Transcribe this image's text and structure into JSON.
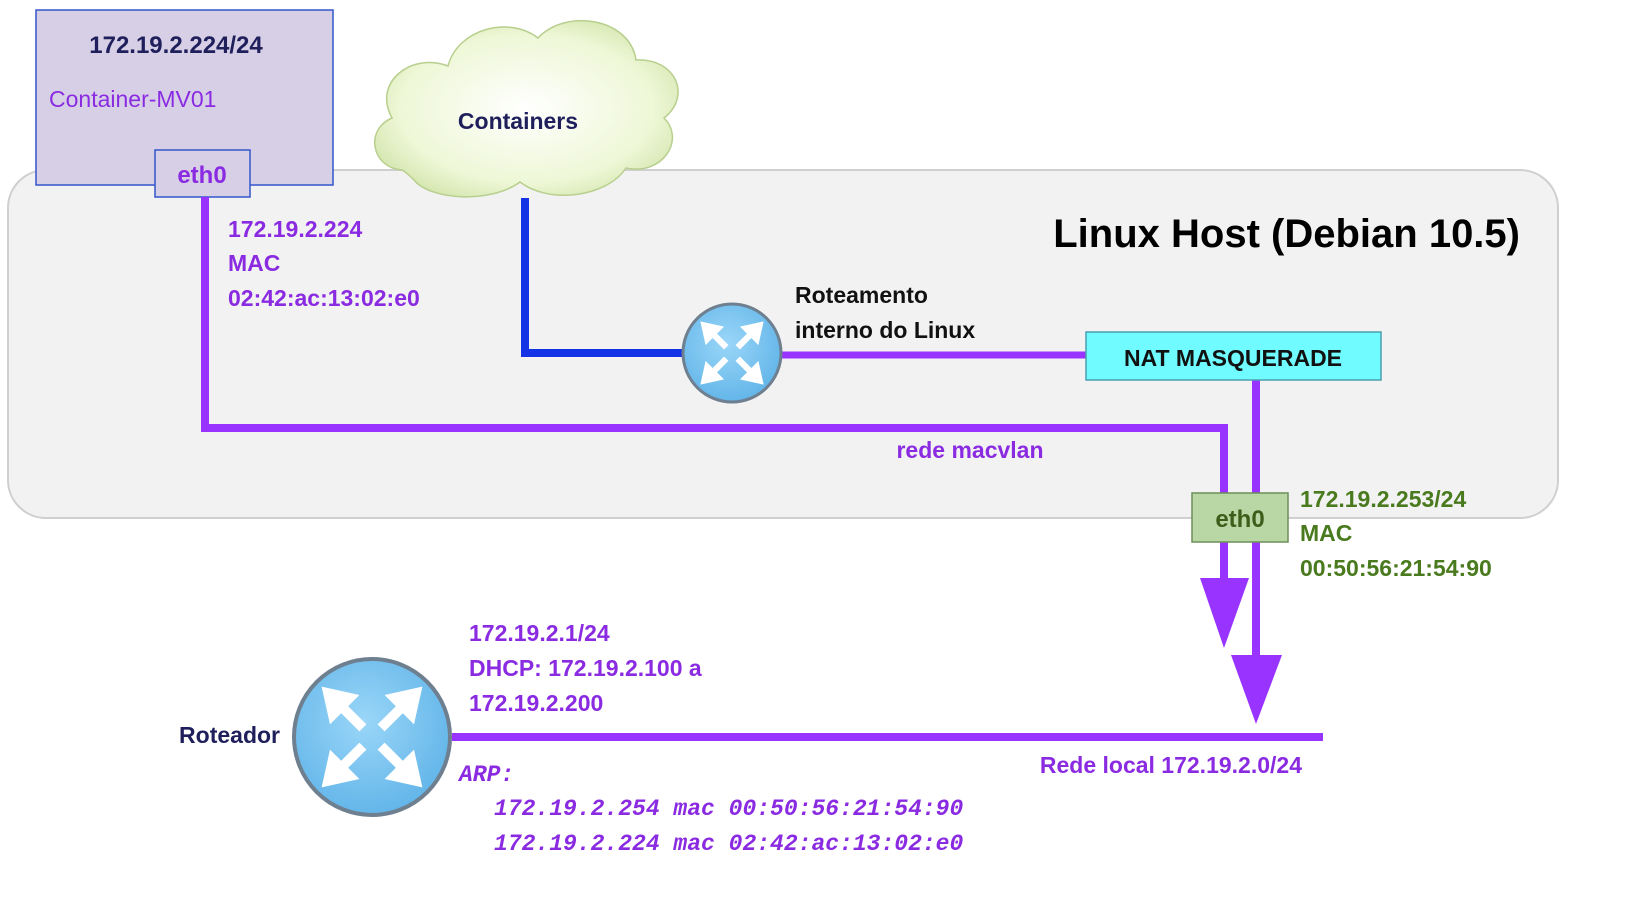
{
  "container": {
    "subnet": "172.19.2.224/24",
    "name": "Container-MV01",
    "iface": "eth0"
  },
  "cloud": {
    "label": "Containers"
  },
  "host": {
    "title": "Linux Host (Debian 10.5)",
    "routing_label_1": "Roteamento",
    "routing_label_2": "interno do Linux",
    "nat_label": "NAT MASQUERADE",
    "macvlan_label": "rede macvlan",
    "iface": "eth0"
  },
  "container_addr": {
    "ip": "172.19.2.224",
    "mac_label": "MAC",
    "mac": "02:42:ac:13:02:e0"
  },
  "host_addr": {
    "ip": "172.19.2.253/24",
    "mac_label": "MAC",
    "mac": "00:50:56:21:54:90"
  },
  "router": {
    "label": "Roteador",
    "ip": "172.19.2.1/24",
    "dhcp_1": "DHCP: 172.19.2.100 a",
    "dhcp_2": "172.19.2.200"
  },
  "lan": {
    "label": "Rede local 172.19.2.0/24"
  },
  "arp": {
    "title": "ARP:",
    "entry_1": "172.19.2.254 mac 00:50:56:21:54:90",
    "entry_2": "172.19.2.224 mac 02:42:ac:13:02:e0"
  },
  "colors": {
    "purple_line": "#9933ff",
    "blue_line": "#1433e6",
    "purple_text": "#8a2be2",
    "green_text": "#4a7a1e",
    "navy_text": "#1f1f5c",
    "nat_fill": "#6ffbff",
    "eth_green_fill": "#b9d7a4",
    "container_fill": "#d6cfe6",
    "router_fill": "#7cc4f0"
  }
}
